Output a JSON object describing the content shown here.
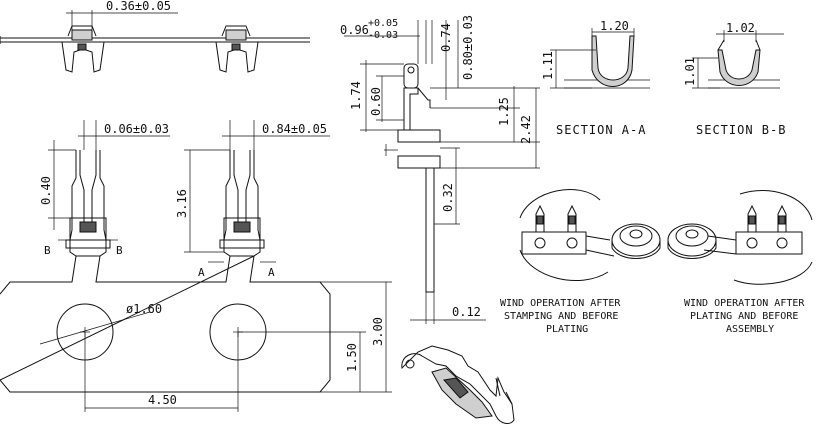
{
  "dimensions": {
    "top_gap": "0.36±0.05",
    "left_width": "0.06±0.03",
    "right_width": "0.84±0.05",
    "left_height": "0.40",
    "right_height": "3.16",
    "hole_dia": "ø1.60",
    "pitch": "4.50",
    "strip_height": "3.00",
    "hole_offset": "1.50",
    "side_thickness_main": "0.96",
    "side_thickness_plus": "+0.05",
    "side_thickness_minus": "-0.03",
    "side_074": "0.74",
    "side_080": "0.80±0.03",
    "side_174": "1.74",
    "side_060": "0.60",
    "side_125": "1.25",
    "side_242": "2.42",
    "side_032": "0.32",
    "side_012": "0.12",
    "sec_a_width": "1.20",
    "sec_a_height": "1.11",
    "sec_b_width": "1.02",
    "sec_b_height": "1.01"
  },
  "section_labels": {
    "a_left": "A",
    "a_right": "A",
    "b_left": "B",
    "b_right": "B"
  },
  "sections": {
    "a": "SECTION A-A",
    "b": "SECTION B-B"
  },
  "captions": {
    "wind_left_1": "WIND OPERATION AFTER",
    "wind_left_2": "STAMPING AND BEFORE",
    "wind_left_3": "PLATING",
    "wind_right_1": "WIND OPERATION AFTER",
    "wind_right_2": "PLATING AND BEFORE",
    "wind_right_3": "ASSEMBLY"
  }
}
